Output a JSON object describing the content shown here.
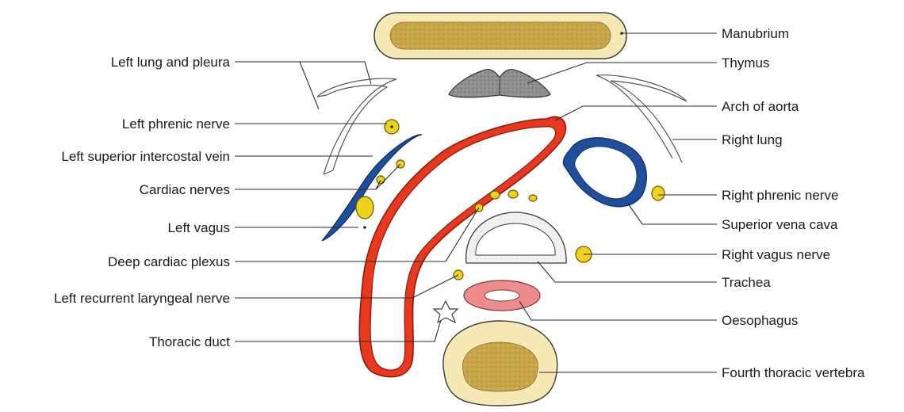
{
  "diagram": {
    "labels_left": {
      "left_lung_and_pleura": "Left lung and pleura",
      "left_phrenic_nerve": "Left phrenic nerve",
      "left_superior_intercostal_vein": "Left superior intercostal vein",
      "cardiac_nerves": "Cardiac nerves",
      "left_vagus": "Left vagus",
      "deep_cardiac_plexus": "Deep cardiac plexus",
      "left_recurrent_laryngeal_nerve": "Left recurrent laryngeal nerve",
      "thoracic_duct": "Thoracic duct"
    },
    "labels_right": {
      "manubrium": "Manubrium",
      "thymus": "Thymus",
      "arch_of_aorta": "Arch of aorta",
      "right_lung": "Right lung",
      "right_phrenic_nerve": "Right phrenic nerve",
      "superior_vena_cava": "Superior vena cava",
      "right_vagus_nerve": "Right vagus nerve",
      "trachea": "Trachea",
      "oesophagus": "Oesophagus",
      "fourth_thoracic_vertebra": "Fourth thoracic vertebra"
    },
    "colors": {
      "aorta": "#e8391f",
      "aorta_outline": "#8a1a0d",
      "vein": "#1f4f9c",
      "nerve": "#f0d21c",
      "bone_outer": "#f6e9b6",
      "bone_inner": "#c9a54a",
      "thymus": "#8a8a8a",
      "oesophagus": "#ee8c8c",
      "trachea": "#eeeeee"
    }
  }
}
